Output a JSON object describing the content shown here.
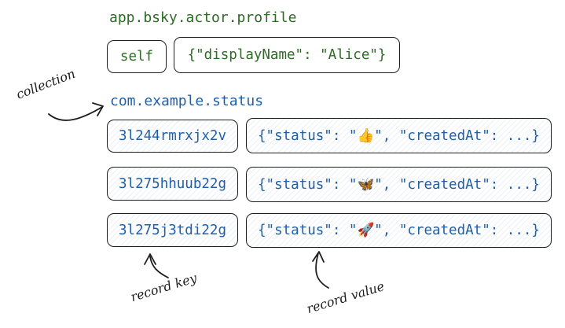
{
  "profile": {
    "collection": "app.bsky.actor.profile",
    "key": "self",
    "value": "{\"displayName\": \"Alice\"}"
  },
  "status": {
    "collection": "com.example.status",
    "records": [
      {
        "key": "3l244rmrxjx2v",
        "value": "{\"status\": \"👍\", \"createdAt\": ...}"
      },
      {
        "key": "3l275hhuub22g",
        "value": "{\"status\": \"🦋\", \"createdAt\": ...}"
      },
      {
        "key": "3l275j3tdi22g",
        "value": "{\"status\": \"🚀\", \"createdAt\": ...}"
      }
    ]
  },
  "annotations": {
    "collection": "collection",
    "record_key": "record key",
    "record_value": "record value"
  },
  "colors": {
    "profile_text": "#2b6b24",
    "status_text": "#1f5fa8",
    "stroke": "#1e1e1e"
  }
}
